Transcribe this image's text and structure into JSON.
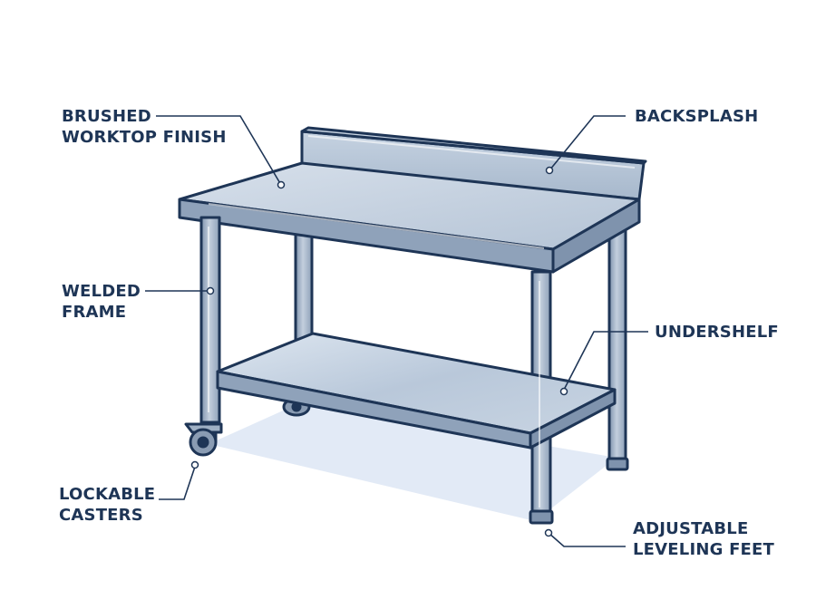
{
  "callouts": {
    "worktop": {
      "line1": "BRUSHED",
      "line2": "WORKTOP FINISH"
    },
    "backsplash": {
      "line1": "BACKSPLASH"
    },
    "frame": {
      "line1": "WELDED",
      "line2": "FRAME"
    },
    "undershelf": {
      "line1": "UNDERSHELF"
    },
    "casters": {
      "line1": "LOCKABLE",
      "line2": "CASTERS"
    },
    "feet": {
      "line1": "ADJUSTABLE",
      "line2": "LEVELING FEET"
    }
  },
  "colors": {
    "outline": "#1e3556",
    "steel_light": "#c9d5e3",
    "steel_mid": "#a9b9cc",
    "steel_dark": "#7f93ad",
    "shadow": "#dfe7f5",
    "label_text": "#1e3556"
  }
}
